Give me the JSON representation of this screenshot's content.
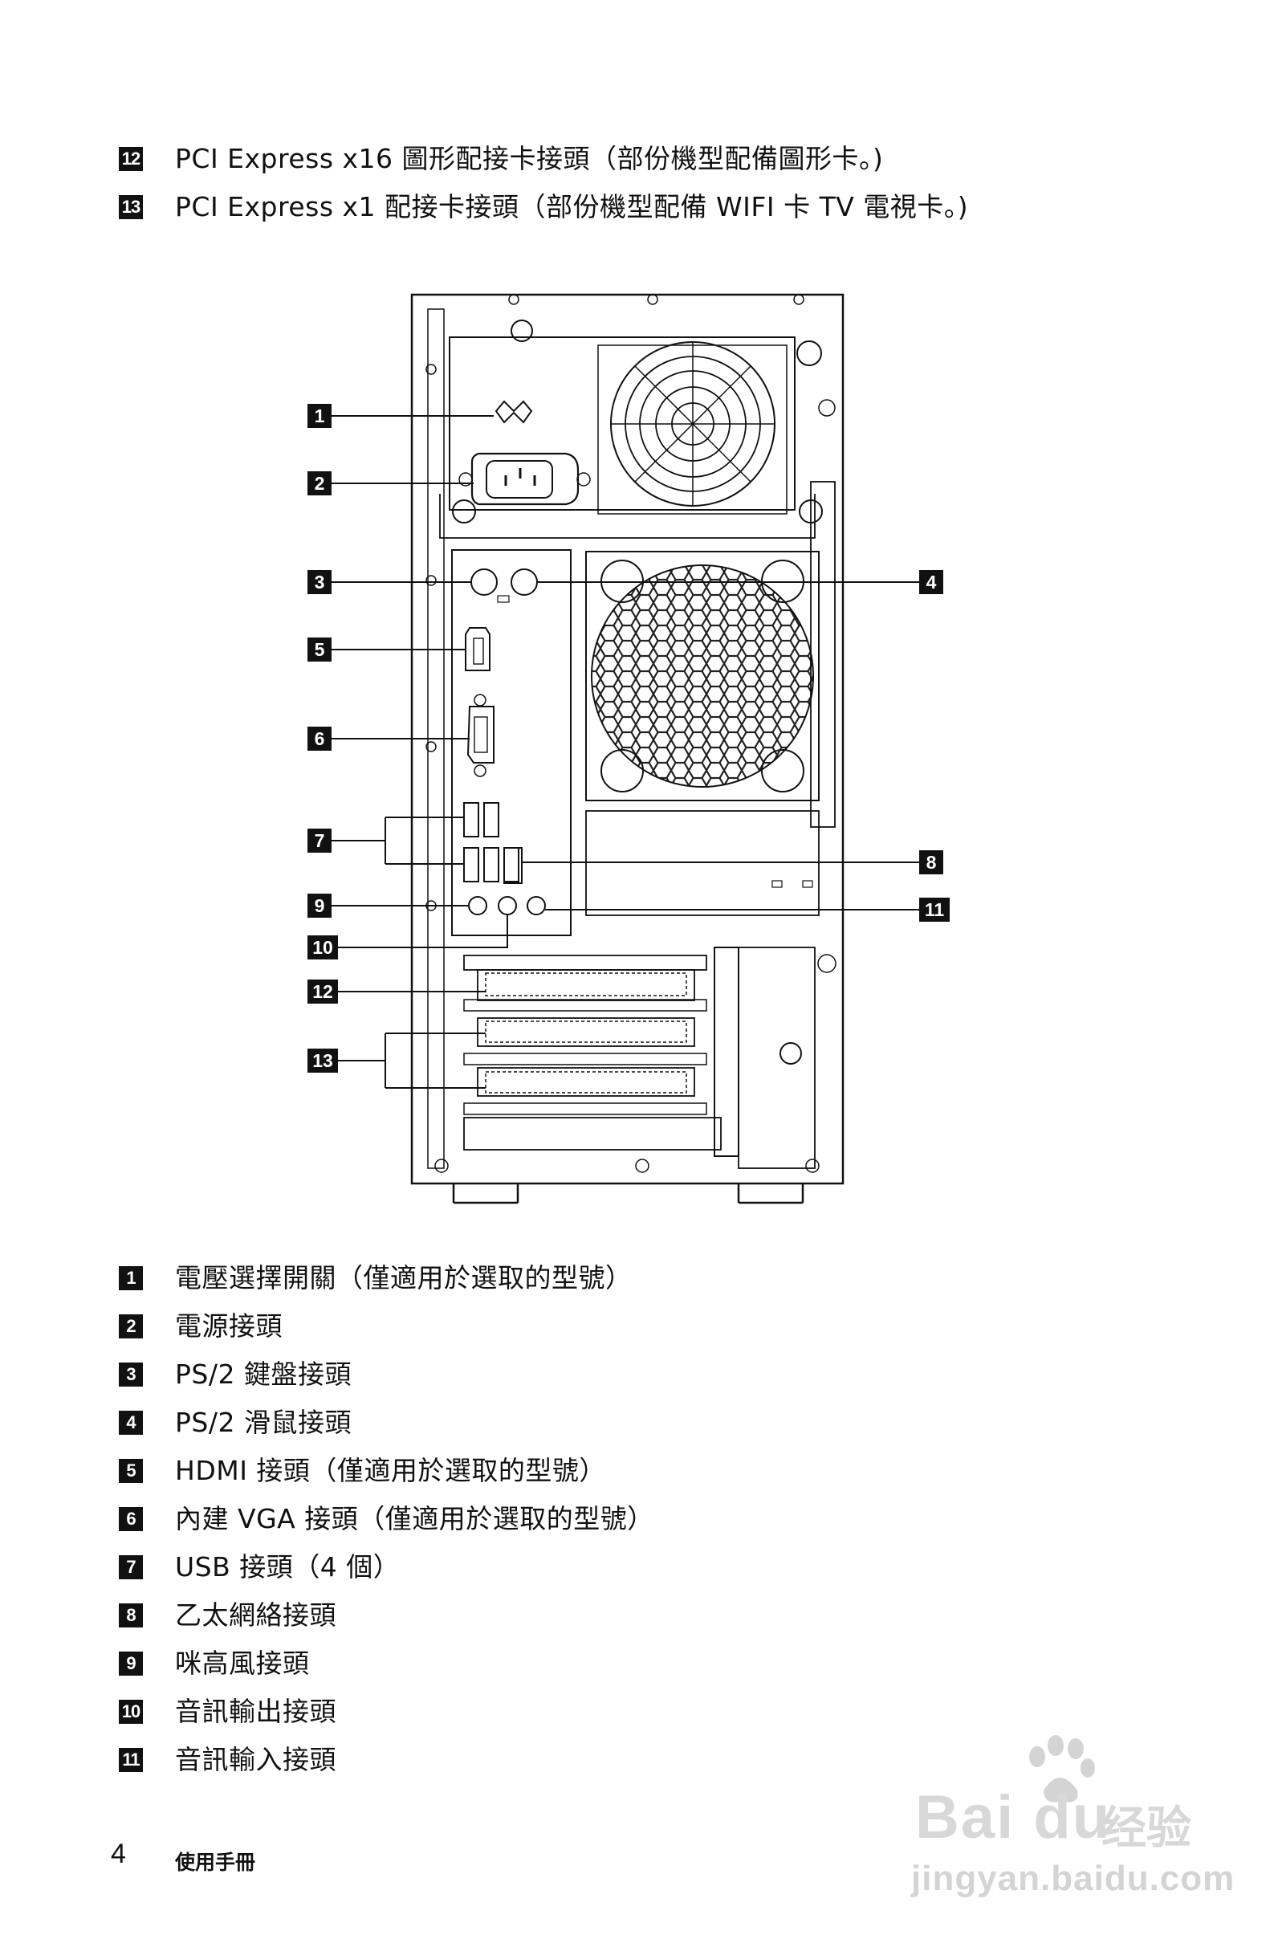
{
  "top_items": [
    {
      "num": "12",
      "text": "PCI Express x16 圖形配接卡接頭（部份機型配備圖形卡。)"
    },
    {
      "num": "13",
      "text": "PCI Express x1 配接卡接頭（部份機型配備 WIFI 卡 TV 電視卡。)"
    }
  ],
  "callouts": [
    "1",
    "2",
    "3",
    "4",
    "5",
    "6",
    "7",
    "8",
    "9",
    "10",
    "11",
    "12",
    "13"
  ],
  "legend": [
    {
      "num": "1",
      "text": "電壓選擇開關（僅適用於選取的型號）"
    },
    {
      "num": "2",
      "text": "電源接頭"
    },
    {
      "num": "3",
      "text": "PS/2 鍵盤接頭"
    },
    {
      "num": "4",
      "text": "PS/2 滑鼠接頭"
    },
    {
      "num": "5",
      "text": "HDMI 接頭（僅適用於選取的型號）"
    },
    {
      "num": "6",
      "text": "內建 VGA 接頭（僅適用於選取的型號）"
    },
    {
      "num": "7",
      "text": "USB 接頭（4 個）"
    },
    {
      "num": "8",
      "text": "乙太網絡接頭"
    },
    {
      "num": "9",
      "text": "咪高風接頭"
    },
    {
      "num": "10",
      "text": "音訊輸出接頭"
    },
    {
      "num": "11",
      "text": "音訊輸入接頭"
    }
  ],
  "footer": {
    "page_number": "4",
    "manual_title": "使用手冊"
  },
  "watermark": {
    "brand": "Bai du",
    "cn": "经验",
    "url": "jingyan.baidu.com"
  },
  "icons": [
    "pc-rear-panel-illustration",
    "baidu-paw-watermark"
  ]
}
